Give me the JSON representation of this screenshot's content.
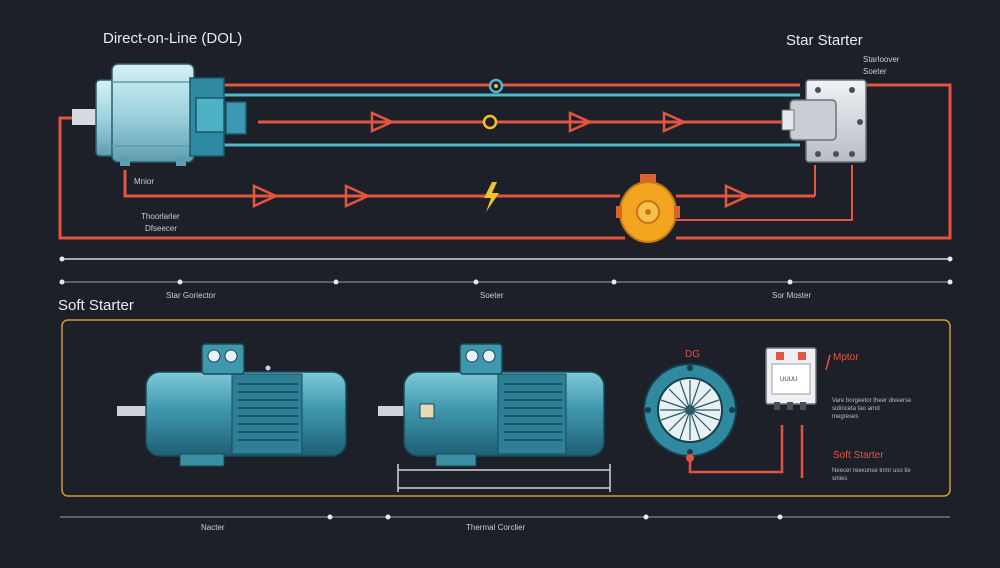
{
  "titles": {
    "dol": "Direct-on-Line (DOL)",
    "star": "Star Starter",
    "soft": "Soft Starter"
  },
  "labels": {
    "star_sub_1": "Starloover",
    "star_sub_2": "Soeter",
    "motor_top": "Mnior",
    "thermal_1": "Thoorlarler",
    "thermal_2": "Dfseecer",
    "axis_a": "Star Goriector",
    "axis_b": "Soeter",
    "axis_c": "Sor Moster",
    "dol_small": "DG",
    "mptor": "Mptor",
    "desc_1": "Vare borgeetor theer diveerse",
    "desc_2": "sutinceta tao arnd",
    "desc_3": "megreses",
    "soft_starter": "Soft Starter",
    "desc_4": "Neecer reexonse tnmr uso tie",
    "desc_5": "sniies",
    "unit_label": "UUUU",
    "bottom_a": "Nacter",
    "bottom_b": "Thermal Corclier"
  },
  "colors": {
    "background": "#1d2029",
    "power_line": "#e2553f",
    "signal_line": "#4fb7c9",
    "motor_body": "#3f97ad",
    "accent_yellow": "#f2a41f",
    "frame": "#d79a38"
  },
  "icons": [
    "arrow-icon",
    "lightning-icon",
    "fan-icon",
    "contactor-icon",
    "motor-icon",
    "node-icon"
  ]
}
